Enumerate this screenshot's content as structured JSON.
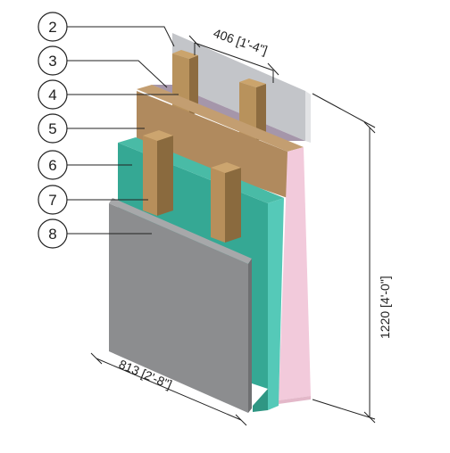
{
  "callouts": [
    {
      "number": "2",
      "target": "gypsum board"
    },
    {
      "number": "3",
      "target": "wood stud"
    },
    {
      "number": "4",
      "target": "stud cavity insulation"
    },
    {
      "number": "5",
      "target": "wood sheathing"
    },
    {
      "number": "6",
      "target": "rigid insulation"
    },
    {
      "number": "7",
      "target": "wood strapping"
    },
    {
      "number": "8",
      "target": "cladding panel"
    }
  ],
  "dimensions": {
    "stud_spacing": "406 [1'-4\"]",
    "panel_width": "813 [2'-8\"]",
    "wall_height": "1220 [4'-0\"]"
  },
  "colors": {
    "drywall": "#bdbfc3",
    "drywall_edge": "#d6d8db",
    "stud": "#b8925c",
    "stud_dark": "#8a6a3e",
    "cavity_insulation": "#a293a8",
    "sheathing": "#b08a5e",
    "sheathing_side": "#f1c9d9",
    "rigid_insulation": "#35a894",
    "rigid_insulation_side": "#4cc4b3",
    "strapping": "#b78f5b",
    "cladding": "#8c8d8f",
    "cladding_edge": "#6f7072",
    "line": "#222222"
  }
}
